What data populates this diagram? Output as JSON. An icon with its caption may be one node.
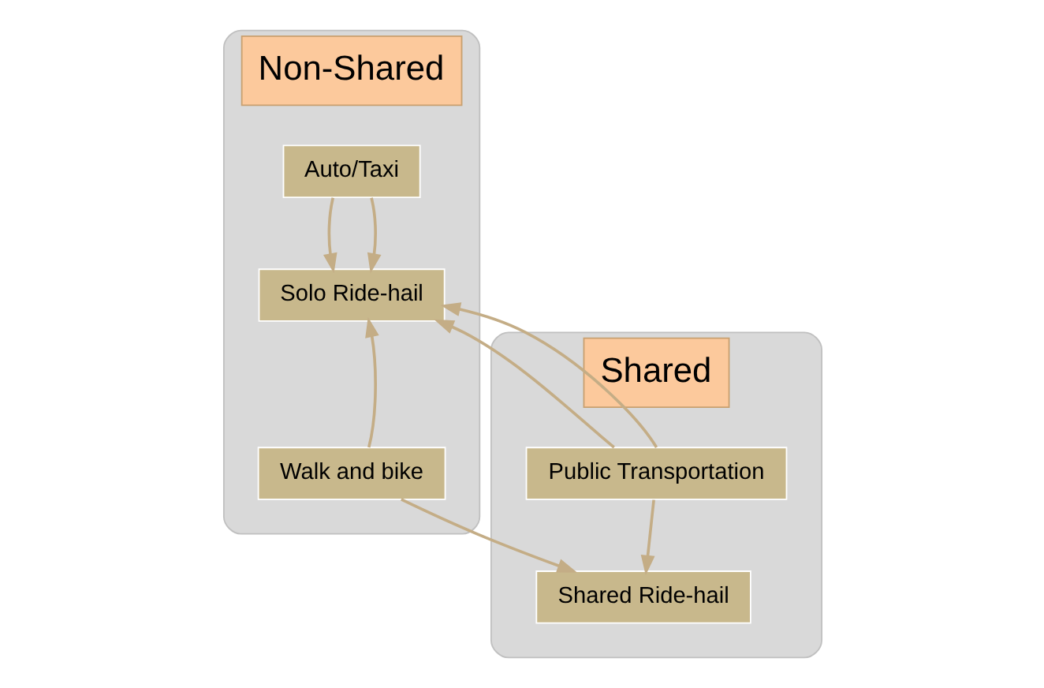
{
  "diagram": {
    "nodes": [
      {
        "text": [
          "Non-Shared"
        ]
      },
      {
        "text": [
          "Auto/Taxi"
        ],
        "in": 0
      },
      {
        "text": [
          "Solo Ride-hail"
        ],
        "in": 0
      },
      {
        "text": [
          "Walk and bike"
        ],
        "in": 0
      },
      {
        "text": [
          "Shared"
        ]
      },
      {
        "text": [
          "Public Transportation"
        ],
        "in": 4
      },
      {
        "text": [
          "Shared Ride-hail"
        ],
        "in": 4
      }
    ],
    "edges": [
      {
        "from": 1,
        "to": 2,
        "arrow": "to"
      },
      {
        "from": 1,
        "to": 2,
        "arrow": "to"
      },
      {
        "from": 5,
        "to": 2,
        "arrow": "to"
      },
      {
        "from": 5,
        "to": 2,
        "arrow": "to"
      },
      {
        "from": 5,
        "to": 6,
        "arrow": "to"
      },
      {
        "from": 3,
        "to": 2,
        "arrow": "to"
      },
      {
        "from": 3,
        "to": 6,
        "arrow": "to"
      }
    ]
  }
}
